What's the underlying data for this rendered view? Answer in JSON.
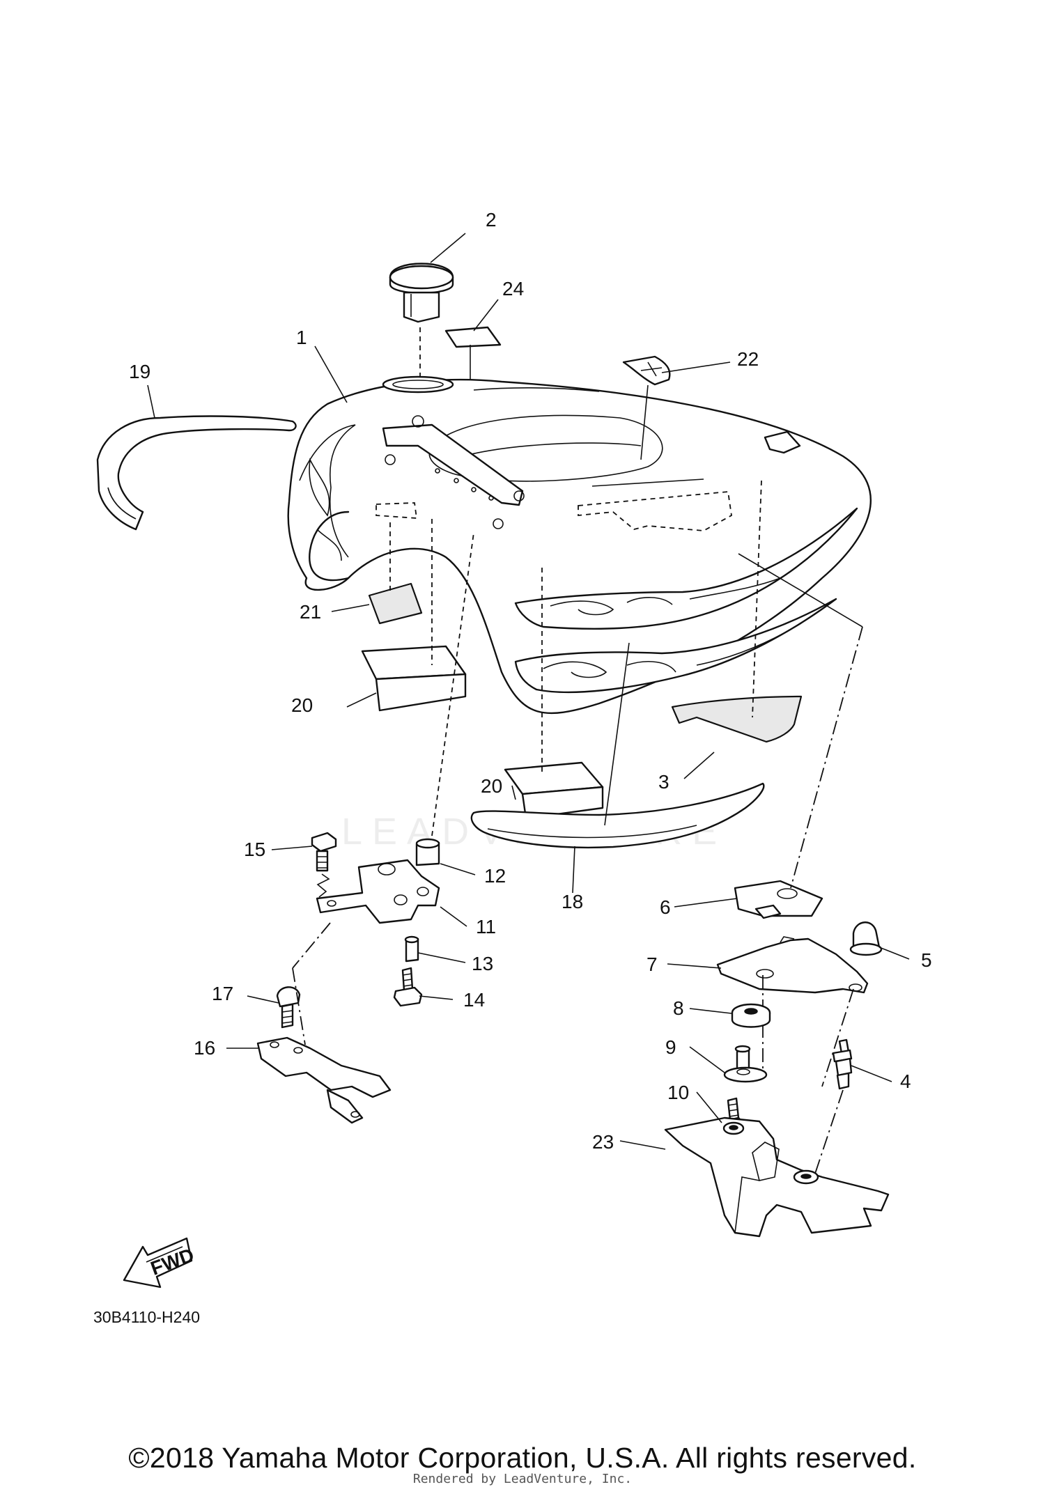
{
  "diagram": {
    "code": "30B4110-H240",
    "fwd_label": "FWD",
    "watermark": "LEADVENTURE",
    "callouts": [
      {
        "id": "1",
        "label": "1"
      },
      {
        "id": "2",
        "label": "2"
      },
      {
        "id": "3",
        "label": "3"
      },
      {
        "id": "4",
        "label": "4"
      },
      {
        "id": "5",
        "label": "5"
      },
      {
        "id": "6",
        "label": "6"
      },
      {
        "id": "7",
        "label": "7"
      },
      {
        "id": "8",
        "label": "8"
      },
      {
        "id": "9",
        "label": "9"
      },
      {
        "id": "10",
        "label": "10"
      },
      {
        "id": "11",
        "label": "11"
      },
      {
        "id": "12",
        "label": "12"
      },
      {
        "id": "13",
        "label": "13"
      },
      {
        "id": "14",
        "label": "14"
      },
      {
        "id": "15",
        "label": "15"
      },
      {
        "id": "16",
        "label": "16"
      },
      {
        "id": "17",
        "label": "17"
      },
      {
        "id": "18",
        "label": "18"
      },
      {
        "id": "19",
        "label": "19"
      },
      {
        "id": "20a",
        "label": "20"
      },
      {
        "id": "20b",
        "label": "20"
      },
      {
        "id": "21",
        "label": "21"
      },
      {
        "id": "22",
        "label": "22"
      },
      {
        "id": "23",
        "label": "23"
      },
      {
        "id": "24",
        "label": "24"
      }
    ]
  },
  "footer": {
    "copyright": "©2018 Yamaha Motor Corporation, U.S.A. All rights reserved.",
    "rendered_by": "Rendered by LeadVenture, Inc."
  }
}
